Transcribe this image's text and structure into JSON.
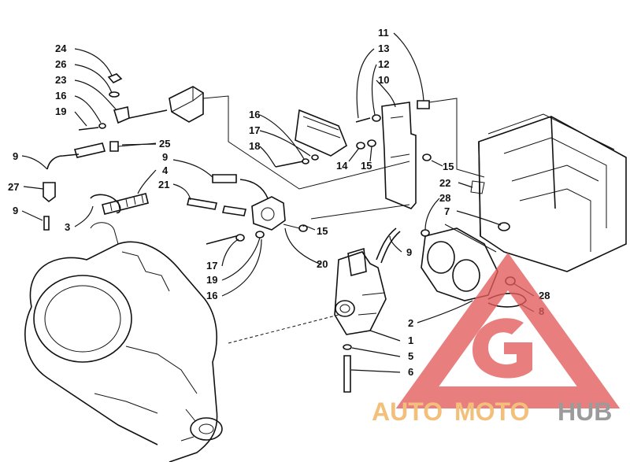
{
  "diagram": {
    "callouts": [
      {
        "id": "c24a",
        "text": "24"
      },
      {
        "id": "c26a",
        "text": "26"
      },
      {
        "id": "c23a",
        "text": "23"
      },
      {
        "id": "c16a",
        "text": "16"
      },
      {
        "id": "c19a",
        "text": "19"
      },
      {
        "id": "c9a",
        "text": "9"
      },
      {
        "id": "c25a",
        "text": "25"
      },
      {
        "id": "c27a",
        "text": "27"
      },
      {
        "id": "c9b",
        "text": "9"
      },
      {
        "id": "c3a",
        "text": "3"
      },
      {
        "id": "c9c",
        "text": "9"
      },
      {
        "id": "c4a",
        "text": "4"
      },
      {
        "id": "c21a",
        "text": "21"
      },
      {
        "id": "c16b",
        "text": "16"
      },
      {
        "id": "c17a",
        "text": "17"
      },
      {
        "id": "c18a",
        "text": "18"
      },
      {
        "id": "c14a",
        "text": "14"
      },
      {
        "id": "c15a",
        "text": "15"
      },
      {
        "id": "c15b",
        "text": "15"
      },
      {
        "id": "c11a",
        "text": "11"
      },
      {
        "id": "c13a",
        "text": "13"
      },
      {
        "id": "c12a",
        "text": "12"
      },
      {
        "id": "c10a",
        "text": "10"
      },
      {
        "id": "c22a",
        "text": "22"
      },
      {
        "id": "c28a",
        "text": "28"
      },
      {
        "id": "c7a",
        "text": "7"
      },
      {
        "id": "c15c",
        "text": "15"
      },
      {
        "id": "c20a",
        "text": "20"
      },
      {
        "id": "c17b",
        "text": "17"
      },
      {
        "id": "c19b",
        "text": "19"
      },
      {
        "id": "c16c",
        "text": "16"
      },
      {
        "id": "c9d",
        "text": "9"
      },
      {
        "id": "c2a",
        "text": "2"
      },
      {
        "id": "c1a",
        "text": "1"
      },
      {
        "id": "c5a",
        "text": "5"
      },
      {
        "id": "c6a",
        "text": "6"
      },
      {
        "id": "c28b",
        "text": "28"
      },
      {
        "id": "c8a",
        "text": "8"
      }
    ]
  },
  "watermark": {
    "word_auto": "AUTO",
    "word_moto": "MOTO",
    "word_hub": "HUB",
    "triangle_color": "#e35a5a",
    "text_accent": "#f2c07a",
    "text_gray": "#9b9b9b"
  }
}
